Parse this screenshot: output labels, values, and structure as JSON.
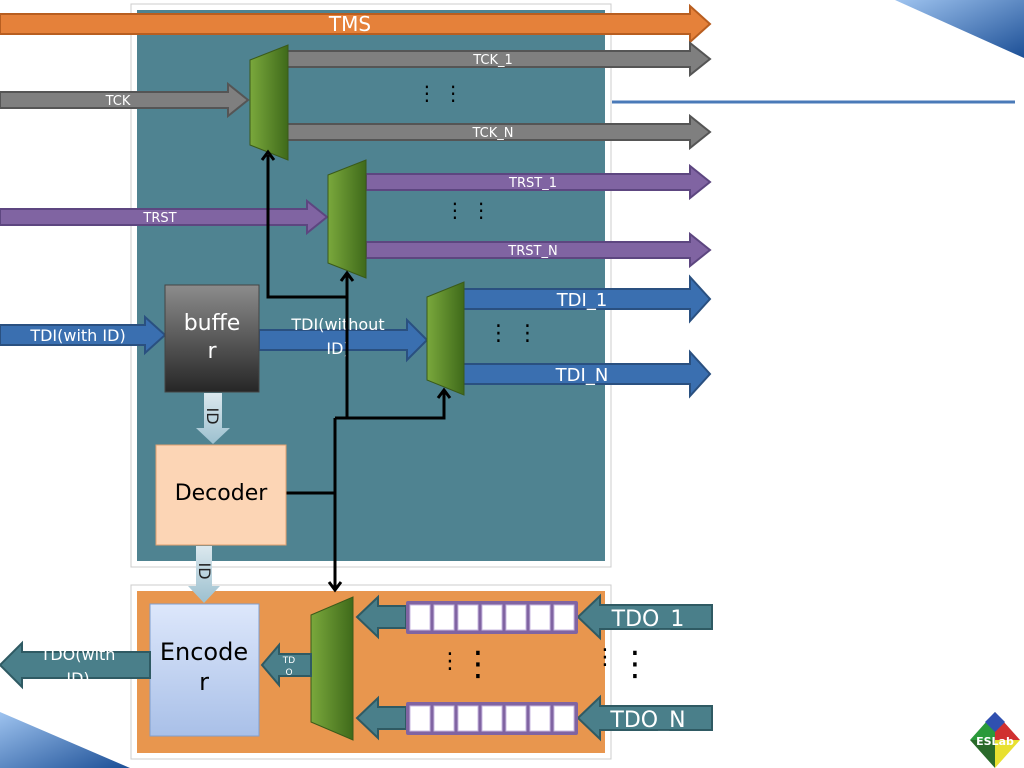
{
  "signals": {
    "tms": "TMS",
    "tck_in": "TCK",
    "tck_1": "TCK_1",
    "tck_n": "TCK_N",
    "trst_in": "TRST",
    "trst_1": "TRST_1",
    "trst_n": "TRST_N",
    "tdi_in": "TDI(with ID)",
    "tdi_mid_line1": "TDI(without",
    "tdi_mid_line2": "ID)",
    "tdi_1": "TDI_1",
    "tdi_n": "TDI_N",
    "tdo_1": "TDO_1",
    "tdo_n": "TDO_N",
    "tdo_small_line1": "TD",
    "tdo_small_line2": "O",
    "tdo_out_line1": "TDO(with",
    "tdo_out_line2": "ID)"
  },
  "blocks": {
    "buffer_line1": "buffe",
    "buffer_line2": "r",
    "decoder": "Decoder",
    "encoder_line1": "Encode",
    "encoder_line2": "r",
    "id_label": "ID"
  },
  "logo": {
    "text": "ESLab"
  },
  "colors": {
    "tms": "#e5813a",
    "tck": "#7f7f7f",
    "trst": "#8064a2",
    "tdi": "#3a6fb0",
    "tdo": "#4a7f8a",
    "mux": "#5a8a2a",
    "upper_panel": "#4f8391",
    "lower_panel": "#e8964e"
  }
}
